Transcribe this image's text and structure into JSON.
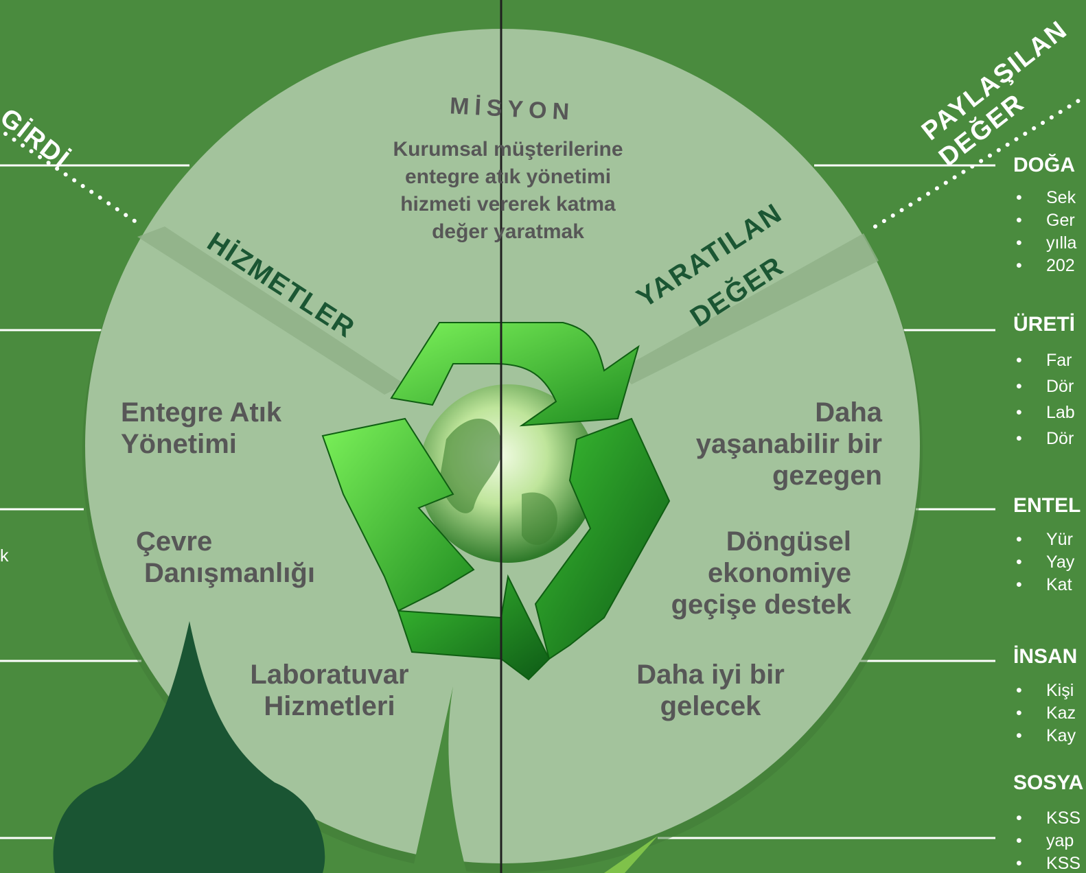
{
  "colors": {
    "background": "#4a8b3e",
    "circle": "#a3c39c",
    "arc_text": "#1b5633",
    "body_text": "#575757",
    "drop_dark": "#1a5533",
    "white": "#ffffff"
  },
  "icons": {
    "center": "recycling-globe-icon",
    "drop": "leaf-drop-icon"
  },
  "corners": {
    "left_label": "GİRDİ",
    "right_label_line1": "PAYLAŞILAN",
    "right_label_line2": "DEĞER"
  },
  "mission": {
    "title": "MİSYON",
    "text_lines": [
      "Kurumsal müşterilerine",
      "entegre atık yönetimi",
      "hizmeti vererek katma",
      "değer yaratmak"
    ]
  },
  "services": {
    "title": "HİZMETLER",
    "items": [
      [
        "Entegre Atık",
        "Yönetimi"
      ],
      [
        "Çevre",
        "Danışmanlığı"
      ],
      [
        "Laboratuvar",
        "Hizmetleri"
      ]
    ]
  },
  "created_value": {
    "title_line1": "YARATILAN",
    "title_line2": "DEĞER",
    "items": [
      [
        "Daha",
        "yaşanabilir bir",
        "gezegen"
      ],
      [
        "Döngüsel",
        "ekonomiye",
        "geçişe destek"
      ],
      [
        "Daha iyi bir",
        "gelecek"
      ]
    ]
  },
  "left_column": {
    "fragment": "k"
  },
  "right_column": {
    "sections": [
      {
        "title": "DOĞA",
        "bullets": [
          "Sek",
          "Ger",
          "yılla",
          "202"
        ]
      },
      {
        "title": "ÜRETİ",
        "bullets": [
          "Far",
          "Dör",
          "Lab",
          "Dör"
        ]
      },
      {
        "title": "ENTEL",
        "bullets": [
          "Yür",
          "Yay",
          "Kat"
        ]
      },
      {
        "title": "İNSAN",
        "bullets": [
          "Kişi",
          "Kaz",
          "Kay"
        ]
      },
      {
        "title": "SOSYA",
        "bullets": [
          "KSS",
          "yap",
          "KSS"
        ]
      }
    ]
  }
}
